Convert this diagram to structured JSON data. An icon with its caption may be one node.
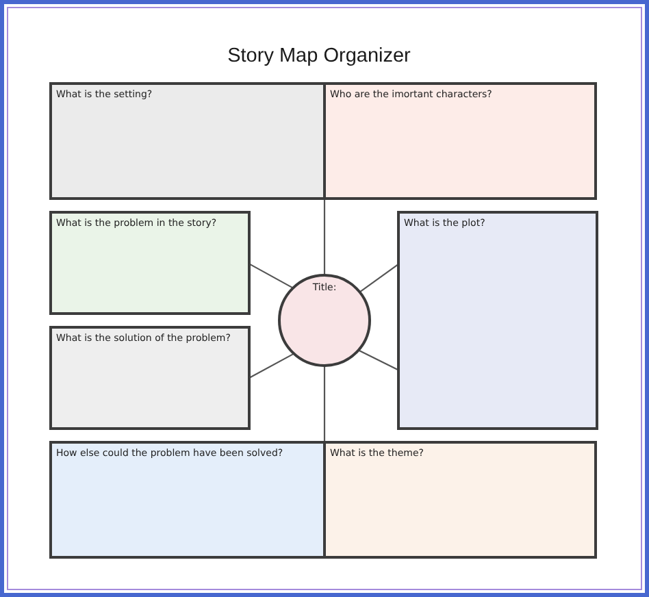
{
  "diagram": {
    "title": "Story Map Organizer",
    "nodes": [
      {
        "text": [
          "What is the setting?"
        ]
      },
      {
        "text": [
          "Who are the imortant characters?"
        ]
      },
      {
        "text": [
          "What is the problem in the story?"
        ]
      },
      {
        "text": [
          "What is the plot?"
        ]
      },
      {
        "text": [
          "Title:"
        ]
      },
      {
        "text": [
          "What is the solution of the problem?"
        ]
      },
      {
        "text": [
          "How else could the problem have been solved?"
        ]
      },
      {
        "text": [
          "What is the theme?"
        ]
      }
    ],
    "edges": [
      {
        "from": 4,
        "to": 0,
        "arrow": "none"
      },
      {
        "from": 4,
        "to": 1,
        "arrow": "none"
      },
      {
        "from": 4,
        "to": 2,
        "arrow": "none"
      },
      {
        "from": 4,
        "to": 3,
        "arrow": "none"
      },
      {
        "from": 4,
        "to": 3,
        "arrow": "none"
      },
      {
        "from": 4,
        "to": 5,
        "arrow": "none"
      },
      {
        "from": 4,
        "to": 6,
        "arrow": "none"
      },
      {
        "from": 4,
        "to": 7,
        "arrow": "none"
      }
    ]
  }
}
